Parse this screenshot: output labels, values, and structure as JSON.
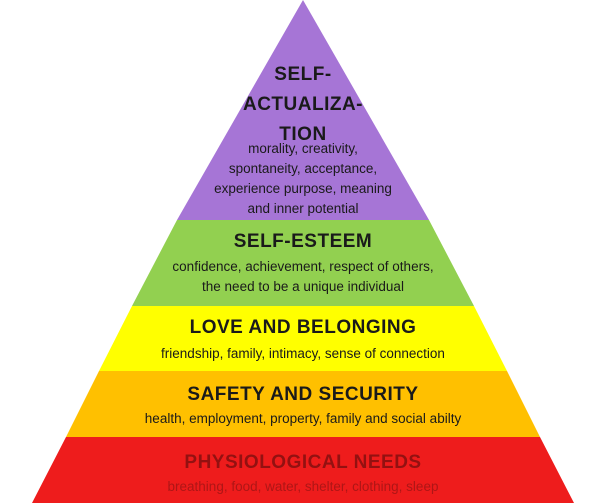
{
  "pyramid": {
    "levels": [
      {
        "key": "self_actualization",
        "title_lines": [
          "SELF-",
          "ACTUALIZA-",
          "TION"
        ],
        "description_lines": [
          "morality, creativity,",
          "spontaneity, acceptance,",
          "experience purpose, meaning",
          "and inner potential"
        ],
        "color": "#a675d6"
      },
      {
        "key": "self_esteem",
        "title": "SELF-ESTEEM",
        "description_lines": [
          "confidence, achievement, respect of others,",
          "the need to be a unique individual"
        ],
        "color": "#92d050"
      },
      {
        "key": "love_belonging",
        "title": "LOVE AND BELONGING",
        "description": "friendship, family, intimacy, sense of connection",
        "color": "#ffff00"
      },
      {
        "key": "safety_security",
        "title": "SAFETY AND SECURITY",
        "description": "health, employment, property, family and social abilty",
        "color": "#ffc000"
      },
      {
        "key": "physiological",
        "title": "PHYSIOLOGICAL NEEDS",
        "description": "breathing, food, water, shelter, clothing, sleep",
        "color": "#ee1c1c"
      }
    ]
  }
}
